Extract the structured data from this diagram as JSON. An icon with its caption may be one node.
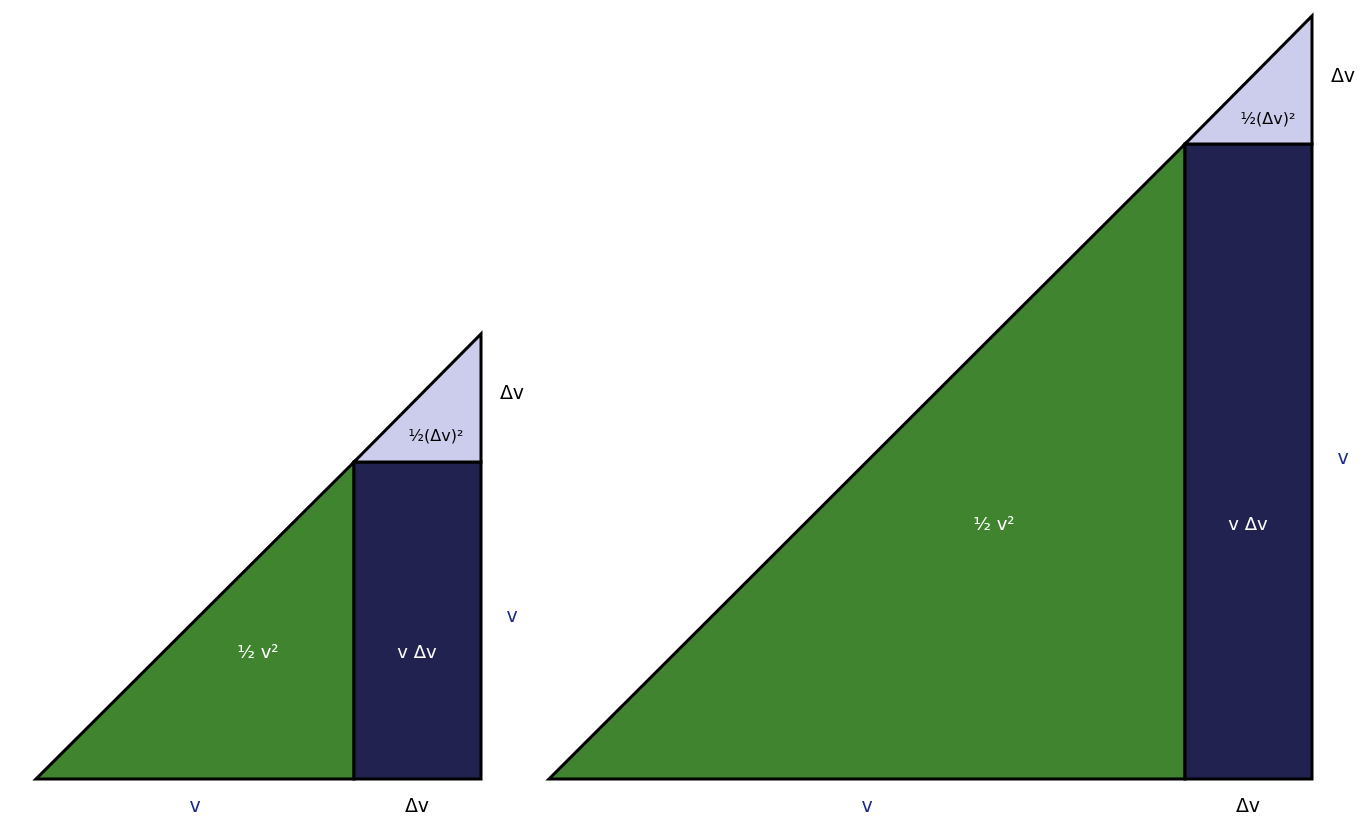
{
  "diagram": {
    "nodes": [
      {
        "text": [
          "½ v²"
        ]
      },
      {
        "text": [
          "v Δv"
        ]
      },
      {
        "text": [
          "½(Δv)²"
        ]
      },
      {
        "text": [
          "½ v²"
        ]
      },
      {
        "text": [
          "v Δv"
        ]
      },
      {
        "text": [
          "½(Δv)²"
        ]
      }
    ],
    "labels": [
      "Δv",
      "v",
      "v",
      "Δv",
      "Δv",
      "v",
      "v",
      "Δv"
    ]
  }
}
